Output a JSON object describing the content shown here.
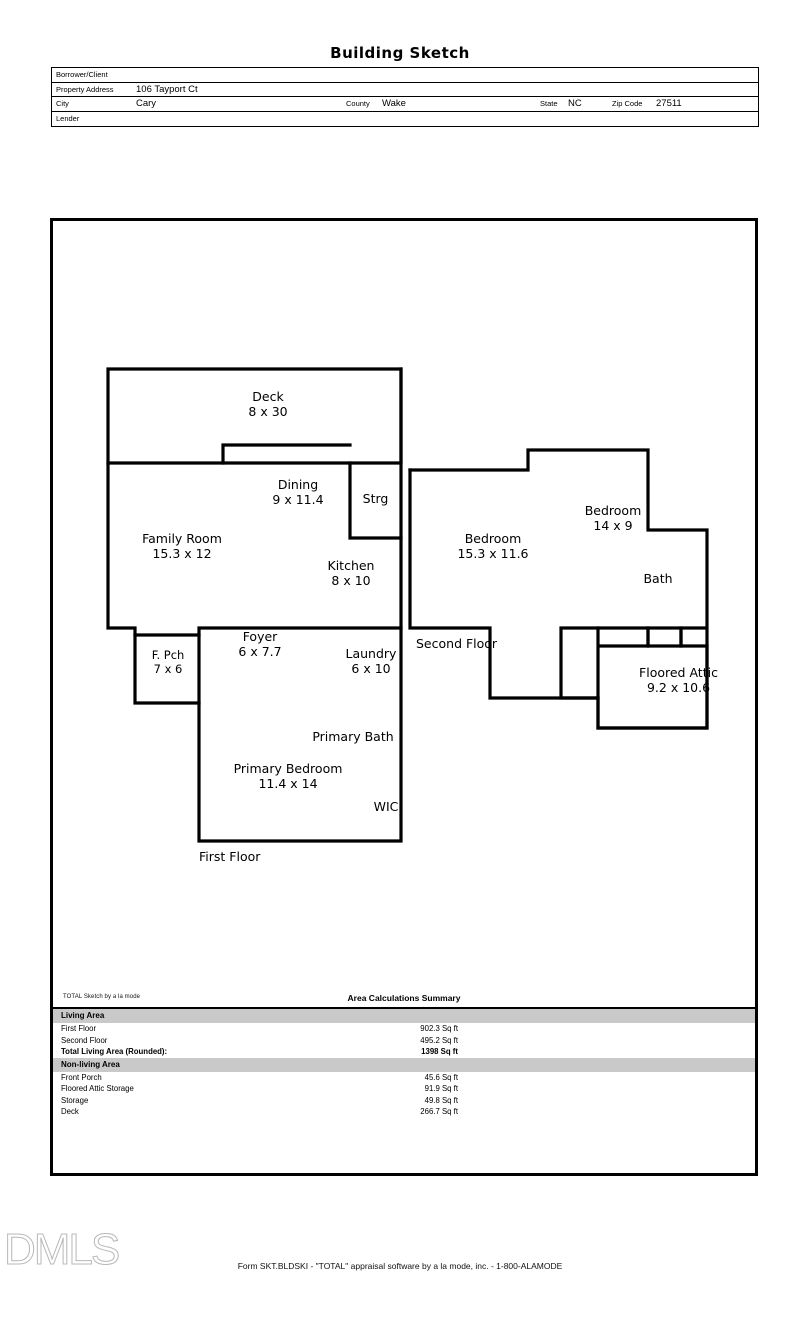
{
  "document": {
    "title": "Building Sketch"
  },
  "header": {
    "rows": [
      {
        "label": "Borrower/Client",
        "value": ""
      },
      {
        "label": "Property Address",
        "value": "106 Tayport Ct"
      }
    ],
    "city_label": "City",
    "city_value": "Cary",
    "county_label": "County",
    "county_value": "Wake",
    "state_label": "State",
    "state_value": "NC",
    "zip_label": "Zip Code",
    "zip_value": "27511",
    "lender_label": "Lender",
    "lender_value": ""
  },
  "floorplan": {
    "first_floor_label": "First Floor",
    "second_floor_label": "Second Floor",
    "rooms": [
      {
        "name": "Deck",
        "dims": "8 x 30"
      },
      {
        "name": "Dining",
        "dims": "9 x 11.4"
      },
      {
        "name": "Strg",
        "dims": ""
      },
      {
        "name": "Family Room",
        "dims": "15.3 x 12"
      },
      {
        "name": "Kitchen",
        "dims": "8 x 10"
      },
      {
        "name": "Foyer",
        "dims": "6 x 7.7"
      },
      {
        "name": "F. Pch",
        "dims": "7 x 6"
      },
      {
        "name": "Laundry",
        "dims": "6 x 10"
      },
      {
        "name": "Primary Bath",
        "dims": ""
      },
      {
        "name": "Primary Bedroom",
        "dims": "11.4 x 14"
      },
      {
        "name": "WIC",
        "dims": ""
      },
      {
        "name": "Bedroom",
        "dims": "15.3 x 11.6"
      },
      {
        "name": "Bedroom",
        "dims": "14 x 9"
      },
      {
        "name": "Bath",
        "dims": ""
      },
      {
        "name": "Floored Attic",
        "dims": "9.2 x 10.6"
      }
    ]
  },
  "summary": {
    "credit": "TOTAL Sketch by a la mode",
    "heading": "Area Calculations Summary",
    "living_header": "Living Area",
    "living_rows": [
      {
        "name": "First Floor",
        "value": "902.3 Sq ft"
      },
      {
        "name": "Second Floor",
        "value": "495.2 Sq ft"
      }
    ],
    "total_row": {
      "name": "Total Living Area (Rounded):",
      "value": "1398 Sq ft"
    },
    "nonliving_header": "Non-living Area",
    "nonliving_rows": [
      {
        "name": "Front Porch",
        "value": "45.6 Sq ft"
      },
      {
        "name": "Floored Attic Storage",
        "value": "91.9 Sq ft"
      },
      {
        "name": "Storage",
        "value": "49.8 Sq ft"
      },
      {
        "name": "Deck",
        "value": "266.7 Sq ft"
      }
    ]
  },
  "footer": {
    "form_line": "Form SKT.BLDSKI - \"TOTAL\" appraisal software by a la mode, inc. - 1-800-ALAMODE",
    "watermark": "DMLS"
  }
}
